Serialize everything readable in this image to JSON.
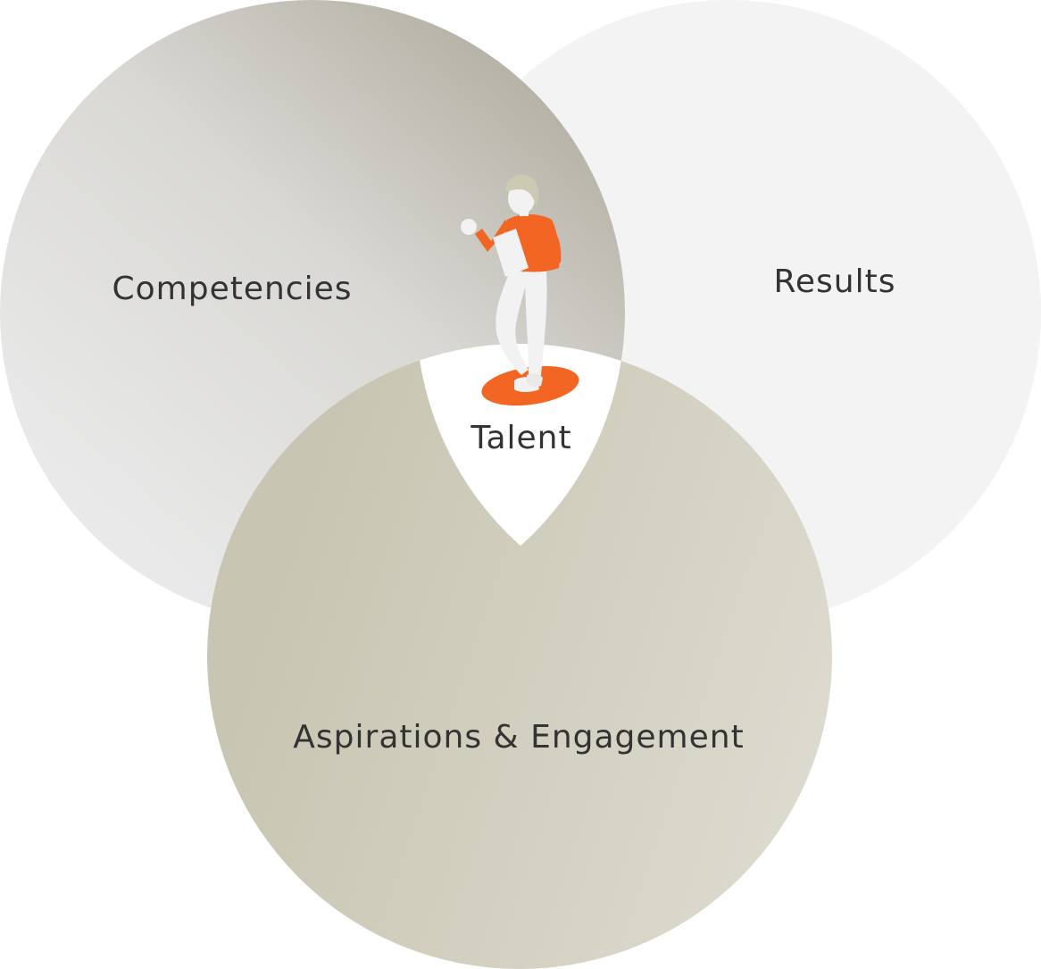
{
  "diagram": {
    "circles": {
      "competencies": {
        "label": "Competencies",
        "color_light": "#e9e9e9",
        "color_dark": "#b4b0a4"
      },
      "results": {
        "label": "Results",
        "color": "#f3f3f3"
      },
      "aspirations": {
        "label": "Aspirations & Engagement",
        "color_light": "#c8c5b2",
        "color_dark": "#dddbcf"
      }
    },
    "center": {
      "label": "Talent",
      "color": "#ffffff"
    },
    "figure": {
      "icon": "person-reading-icon",
      "accent_color": "#f26522",
      "skin_color": "#f2f2f2",
      "hair_color": "#cdcab4"
    }
  }
}
